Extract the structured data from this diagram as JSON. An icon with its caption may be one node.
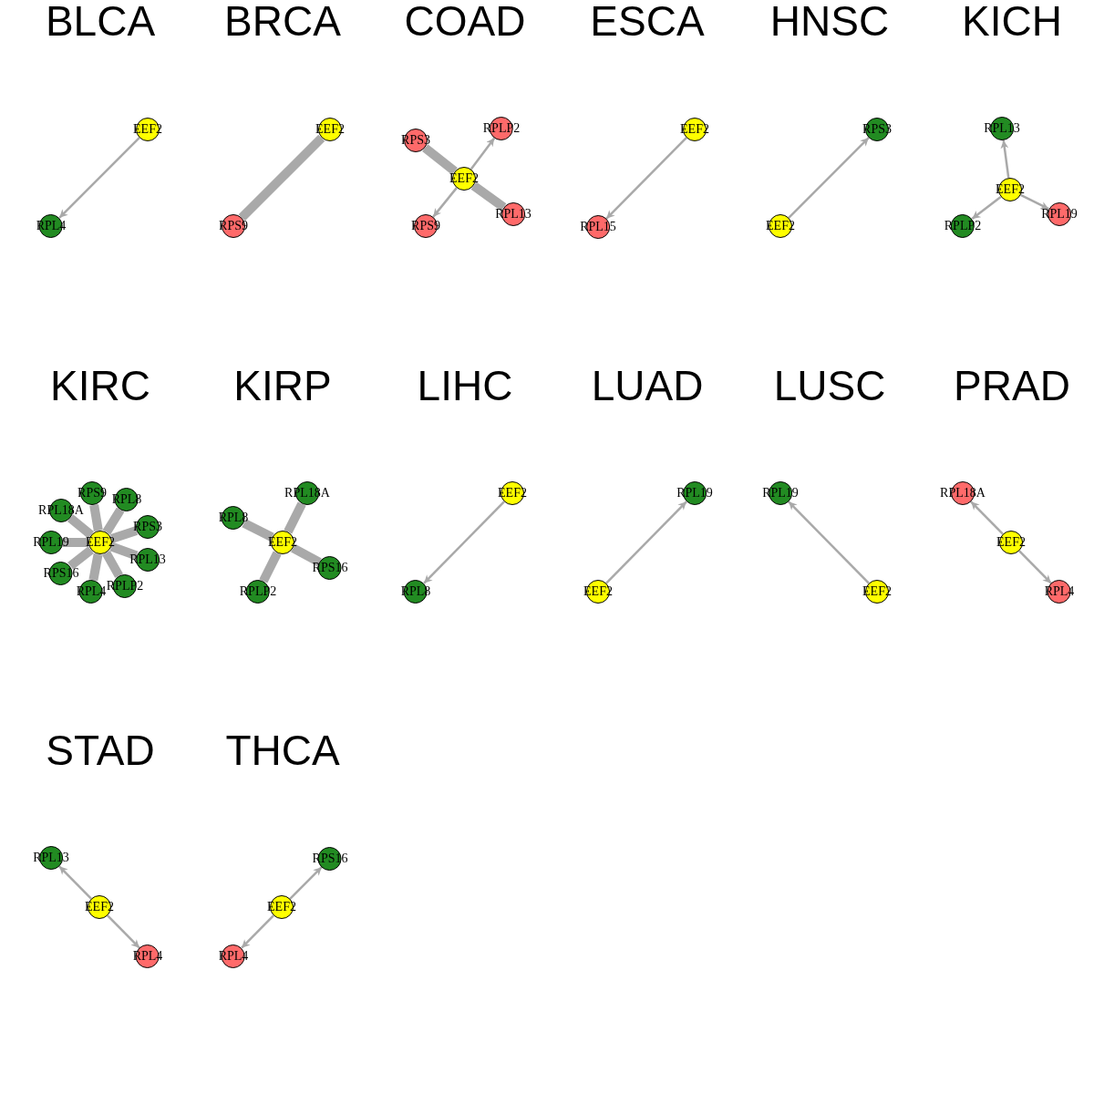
{
  "diagram": {
    "labels": [
      "BLCA",
      "BRCA",
      "COAD",
      "ESCA",
      "HNSC",
      "KICH",
      "KIRC",
      "KIRP",
      "LIHC",
      "LUAD",
      "LUSC",
      "PRAD",
      "STAD",
      "THCA"
    ],
    "nodes": [
      {
        "text": [
          "EEF2"
        ]
      },
      {
        "text": [
          "RPL4"
        ]
      },
      {
        "text": [
          "EEF2"
        ]
      },
      {
        "text": [
          "RPS9"
        ]
      },
      {
        "text": [
          "RPS3"
        ]
      },
      {
        "text": [
          "RPLP2"
        ]
      },
      {
        "text": [
          "EEF2"
        ]
      },
      {
        "text": [
          "RPL13"
        ]
      },
      {
        "text": [
          "RPS9"
        ]
      },
      {
        "text": [
          "EEF2"
        ]
      },
      {
        "text": [
          "RPL15"
        ]
      },
      {
        "text": [
          "RPS3"
        ]
      },
      {
        "text": [
          "EEF2"
        ]
      },
      {
        "text": [
          "RPL13"
        ]
      },
      {
        "text": [
          "EEF2"
        ]
      },
      {
        "text": [
          "RPL19"
        ]
      },
      {
        "text": [
          "RPLP2"
        ]
      },
      {
        "text": [
          "RPS9"
        ]
      },
      {
        "text": [
          "RPL8"
        ]
      },
      {
        "text": [
          "RPL18A"
        ]
      },
      {
        "text": [
          "RPS3"
        ]
      },
      {
        "text": [
          "RPL19"
        ]
      },
      {
        "text": [
          "EEF2"
        ]
      },
      {
        "text": [
          "RPL13"
        ]
      },
      {
        "text": [
          "RPS16"
        ]
      },
      {
        "text": [
          "RPLP2"
        ]
      },
      {
        "text": [
          "RPL4"
        ]
      },
      {
        "text": [
          "RPL18A"
        ]
      },
      {
        "text": [
          "RPL8"
        ]
      },
      {
        "text": [
          "EEF2"
        ]
      },
      {
        "text": [
          "RPS16"
        ]
      },
      {
        "text": [
          "RPLP2"
        ]
      },
      {
        "text": [
          "EEF2"
        ]
      },
      {
        "text": [
          "RPL8"
        ]
      },
      {
        "text": [
          "RPL19"
        ]
      },
      {
        "text": [
          "EEF2"
        ]
      },
      {
        "text": [
          "RPL19"
        ]
      },
      {
        "text": [
          "EEF2"
        ]
      },
      {
        "text": [
          "RPL18A"
        ]
      },
      {
        "text": [
          "EEF2"
        ]
      },
      {
        "text": [
          "RPL4"
        ]
      },
      {
        "text": [
          "RPL13"
        ]
      },
      {
        "text": [
          "EEF2"
        ]
      },
      {
        "text": [
          "RPL4"
        ]
      },
      {
        "text": [
          "RPS16"
        ]
      },
      {
        "text": [
          "EEF2"
        ]
      },
      {
        "text": [
          "RPL4"
        ]
      }
    ],
    "edges": [
      {
        "from": 0,
        "to": 1,
        "arrow": "to"
      },
      {
        "from": 2,
        "to": 3,
        "arrow": "none",
        "style": "thick"
      },
      {
        "from": 6,
        "to": 4,
        "arrow": "none",
        "style": "thick"
      },
      {
        "from": 6,
        "to": 5,
        "arrow": "to"
      },
      {
        "from": 6,
        "to": 7,
        "arrow": "none",
        "style": "thick"
      },
      {
        "from": 6,
        "to": 8,
        "arrow": "to"
      },
      {
        "from": 9,
        "to": 10,
        "arrow": "to"
      },
      {
        "from": 12,
        "to": 11,
        "arrow": "to"
      },
      {
        "from": 14,
        "to": 13,
        "arrow": "to"
      },
      {
        "from": 14,
        "to": 15,
        "arrow": "to"
      },
      {
        "from": 14,
        "to": 16,
        "arrow": "to"
      },
      {
        "from": 22,
        "to": 17,
        "arrow": "none",
        "style": "thick"
      },
      {
        "from": 22,
        "to": 18,
        "arrow": "none",
        "style": "thick"
      },
      {
        "from": 22,
        "to": 19,
        "arrow": "none",
        "style": "thick"
      },
      {
        "from": 22,
        "to": 20,
        "arrow": "none",
        "style": "thick"
      },
      {
        "from": 22,
        "to": 21,
        "arrow": "none",
        "style": "thick"
      },
      {
        "from": 22,
        "to": 23,
        "arrow": "none",
        "style": "thick"
      },
      {
        "from": 22,
        "to": 24,
        "arrow": "none",
        "style": "thick"
      },
      {
        "from": 22,
        "to": 25,
        "arrow": "none",
        "style": "thick"
      },
      {
        "from": 22,
        "to": 26,
        "arrow": "none",
        "style": "thick"
      },
      {
        "from": 29,
        "to": 27,
        "arrow": "none",
        "style": "thick"
      },
      {
        "from": 29,
        "to": 28,
        "arrow": "none",
        "style": "thick"
      },
      {
        "from": 29,
        "to": 30,
        "arrow": "none",
        "style": "thick"
      },
      {
        "from": 29,
        "to": 31,
        "arrow": "none",
        "style": "thick"
      },
      {
        "from": 32,
        "to": 33,
        "arrow": "to"
      },
      {
        "from": 35,
        "to": 34,
        "arrow": "to"
      },
      {
        "from": 37,
        "to": 36,
        "arrow": "to"
      },
      {
        "from": 39,
        "to": 38,
        "arrow": "to"
      },
      {
        "from": 39,
        "to": 40,
        "arrow": "to"
      },
      {
        "from": 42,
        "to": 41,
        "arrow": "to"
      },
      {
        "from": 42,
        "to": 43,
        "arrow": "to"
      },
      {
        "from": 45,
        "to": 44,
        "arrow": "to"
      },
      {
        "from": 45,
        "to": 46,
        "arrow": "to"
      }
    ]
  }
}
